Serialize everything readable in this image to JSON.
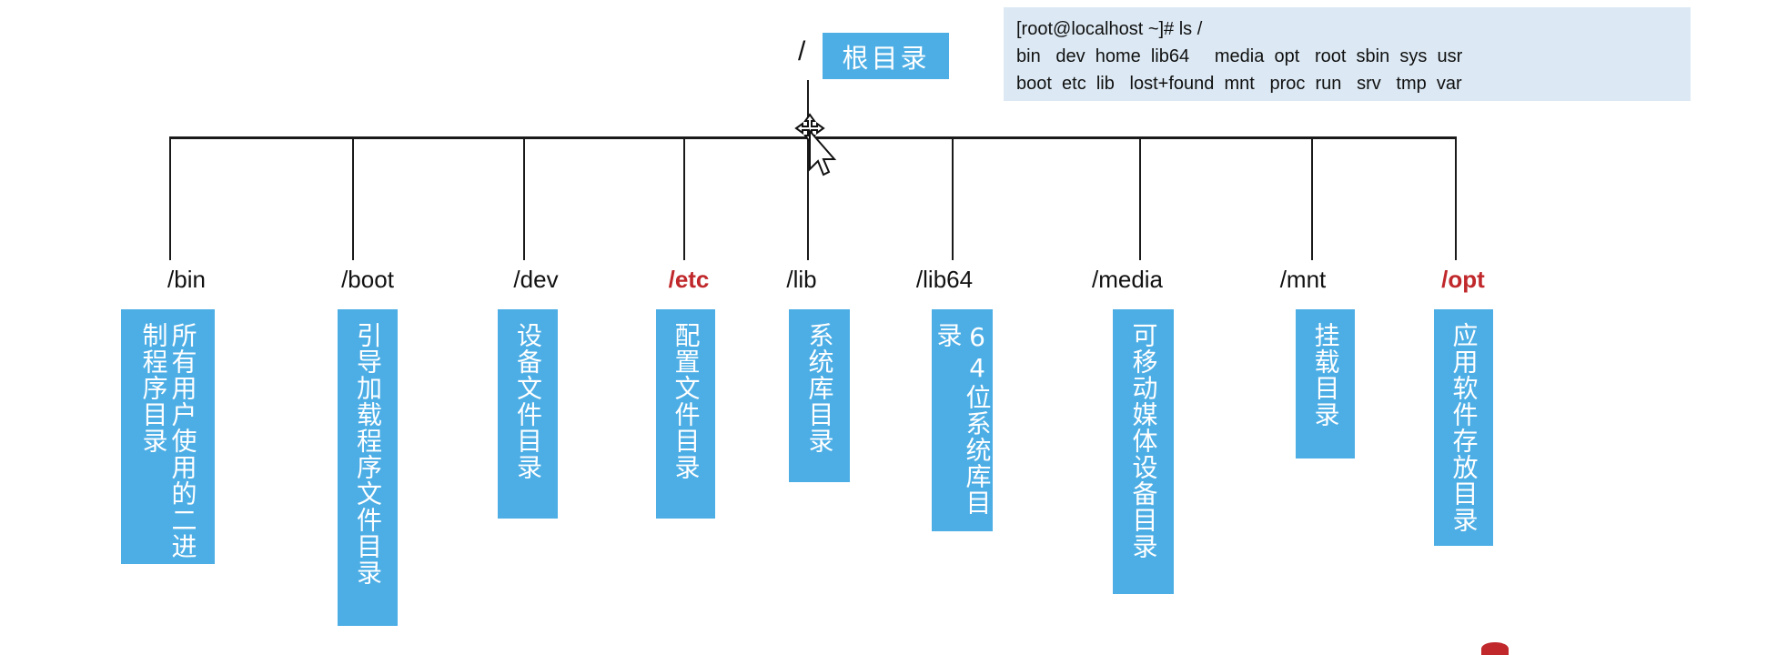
{
  "terminal": {
    "prompt": "[root@localhost ~]# ls /",
    "line1": "bin   dev  home  lib64     media  opt   root  sbin  sys  usr",
    "line2": "boot  etc  lib   lost+found  mnt   proc  run   srv   tmp  var"
  },
  "root": {
    "slash": "/",
    "label": "根目录"
  },
  "dirs": [
    {
      "name": "/bin",
      "desc": "所有用户使用的二进制程序目录",
      "highlight": false
    },
    {
      "name": "/boot",
      "desc": "引导加载程序文件目录",
      "highlight": false
    },
    {
      "name": "/dev",
      "desc": "设备文件目录",
      "highlight": false
    },
    {
      "name": "/etc",
      "desc": "配置文件目录",
      "highlight": true
    },
    {
      "name": "/lib",
      "desc": "系统库目录",
      "highlight": false
    },
    {
      "name": "/lib64",
      "desc": "64位系统库目录",
      "highlight": false
    },
    {
      "name": "/media",
      "desc": "可移动媒体设备目录",
      "highlight": false
    },
    {
      "name": "/mnt",
      "desc": "挂载目录",
      "highlight": false
    },
    {
      "name": "/opt",
      "desc": "应用软件存放目录",
      "highlight": true
    }
  ],
  "colors": {
    "box": "#4daee5",
    "highlight": "#c0282b",
    "terminal_bg": "#dce9f4"
  }
}
